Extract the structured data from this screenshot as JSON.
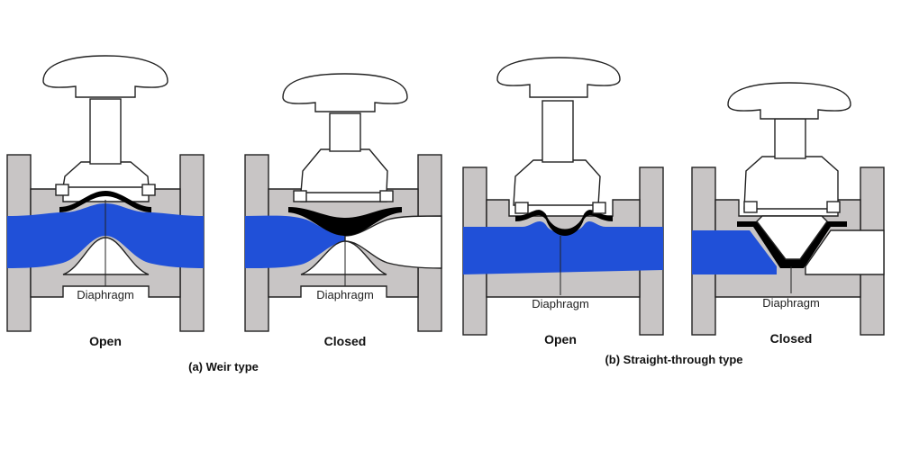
{
  "diagram": {
    "valves": [
      {
        "group": "weir",
        "state_label": "Open",
        "callout": "Diaphragm"
      },
      {
        "group": "weir",
        "state_label": "Closed",
        "callout": "Diaphragm"
      },
      {
        "group": "straight",
        "state_label": "Open",
        "callout": "Diaphragm"
      },
      {
        "group": "straight",
        "state_label": "Closed",
        "callout": "Diaphragm"
      }
    ],
    "captions": {
      "weir": "(a) Weir type",
      "straight": "(b) Straight-through type"
    },
    "colors": {
      "flow": "#2050d8",
      "metal": "#c8c5c5",
      "diaphragm": "#000000"
    }
  }
}
